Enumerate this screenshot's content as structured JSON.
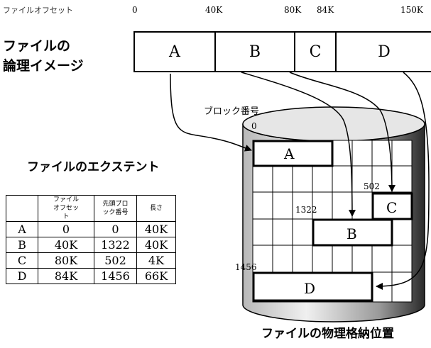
{
  "offset_axis": {
    "label": "ファイルオフセット",
    "ticks": [
      "0",
      "40K",
      "80K",
      "84K",
      "150K"
    ]
  },
  "logical_image": {
    "label_line1": "ファイルの",
    "label_line2": "論理イメージ",
    "segments": [
      "A",
      "B",
      "C",
      "D"
    ]
  },
  "disk": {
    "block_number_label": "ブロック番号",
    "start_block": "0",
    "markers": [
      "502",
      "1322",
      "1456"
    ],
    "blocks": [
      "A",
      "C",
      "B",
      "D"
    ]
  },
  "extent_section": {
    "title": "ファイルのエクステント",
    "columns": [
      "",
      "ファイル オフセット",
      "先頭ブロック番号",
      "長さ"
    ],
    "rows": [
      [
        "A",
        "0",
        "0",
        "40K"
      ],
      [
        "B",
        "40K",
        "1322",
        "40K"
      ],
      [
        "C",
        "80K",
        "502",
        "4K"
      ],
      [
        "D",
        "84K",
        "1456",
        "66K"
      ]
    ]
  },
  "physical_caption": "ファイルの物理格納位置"
}
